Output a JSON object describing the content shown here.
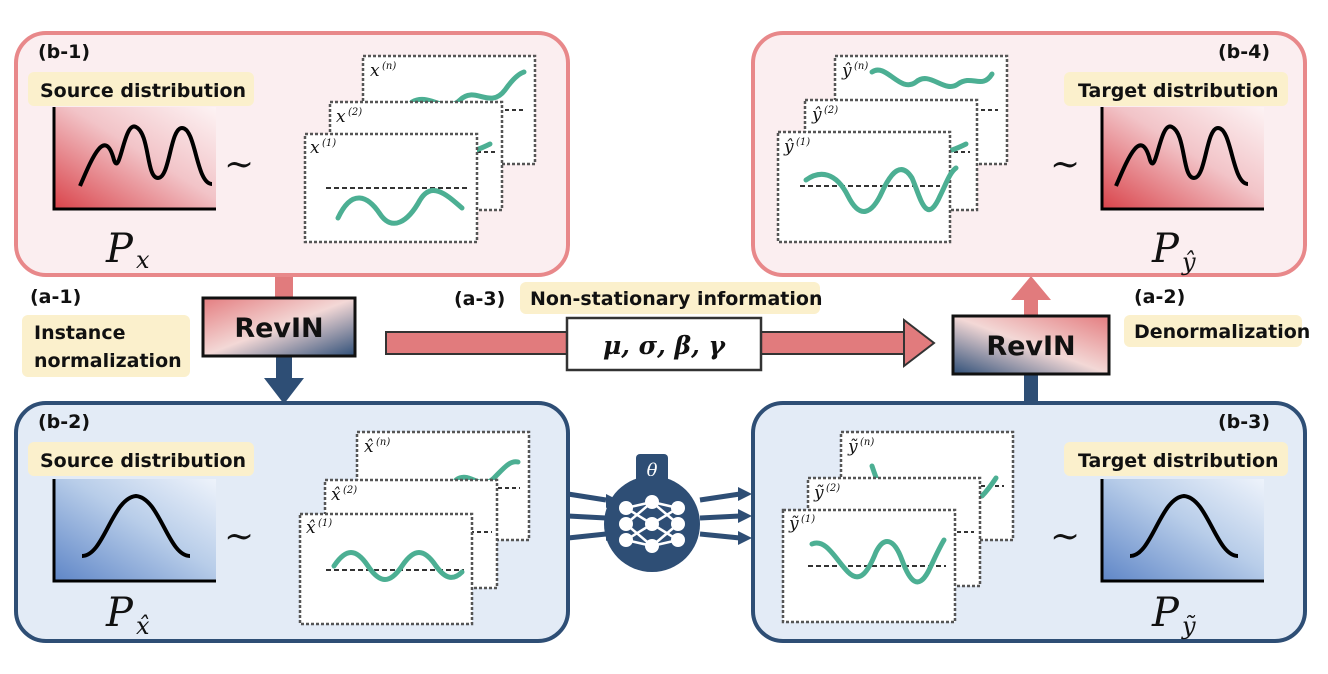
{
  "panels": {
    "b1": {
      "tag": "(b-1)",
      "dist_label": "Source distribution",
      "symbol": "P",
      "subscript": "x",
      "seq_top": "x",
      "seq_top_sup": "(n)",
      "seq_mid": "x",
      "seq_mid_sup": "(2)",
      "seq_front": "x",
      "seq_front_sup": "(1)",
      "tilde": "∼"
    },
    "b2": {
      "tag": "(b-2)",
      "dist_label": "Source distribution",
      "symbol": "P",
      "subscript": "x̂",
      "seq_top": "x̂",
      "seq_top_sup": "(n)",
      "seq_mid": "x̂",
      "seq_mid_sup": "(2)",
      "seq_front": "x̂",
      "seq_front_sup": "(1)",
      "tilde": "∼"
    },
    "b3": {
      "tag": "(b-3)",
      "dist_label": "Target distribution",
      "symbol": "P",
      "subscript": "ỹ",
      "seq_top": "ỹ",
      "seq_top_sup": "(n)",
      "seq_mid": "ỹ",
      "seq_mid_sup": "(2)",
      "seq_front": "ỹ",
      "seq_front_sup": "(1)",
      "tilde": "∼"
    },
    "b4": {
      "tag": "(b-4)",
      "dist_label": "Target distribution",
      "symbol": "P",
      "subscript": "ŷ",
      "seq_top": "ŷ",
      "seq_top_sup": "(n)",
      "seq_mid": "ŷ",
      "seq_mid_sup": "(2)",
      "seq_front": "ŷ",
      "seq_front_sup": "(1)",
      "tilde": "∼"
    }
  },
  "steps": {
    "a1": {
      "tag": "(a-1)",
      "line1": "Instance",
      "line2": "normalization",
      "block": "RevIN"
    },
    "a2": {
      "tag": "(a-2)",
      "label": "Denormalization",
      "block": "RevIN"
    },
    "a3": {
      "tag": "(a-3)",
      "label": "Non-stationary information",
      "params": "μ,  σ,  β,  γ"
    }
  },
  "model": {
    "param": "θ"
  },
  "colors": {
    "red_border": "#e8888a",
    "red_fill": "#fbeef0",
    "blue_border": "#2e4e75",
    "blue_fill": "#e3ebf6",
    "label_bg": "#fbf0cc",
    "green": "#4caf93",
    "arrow_red": "#e17b7d",
    "arrow_blue": "#2e4e75"
  }
}
